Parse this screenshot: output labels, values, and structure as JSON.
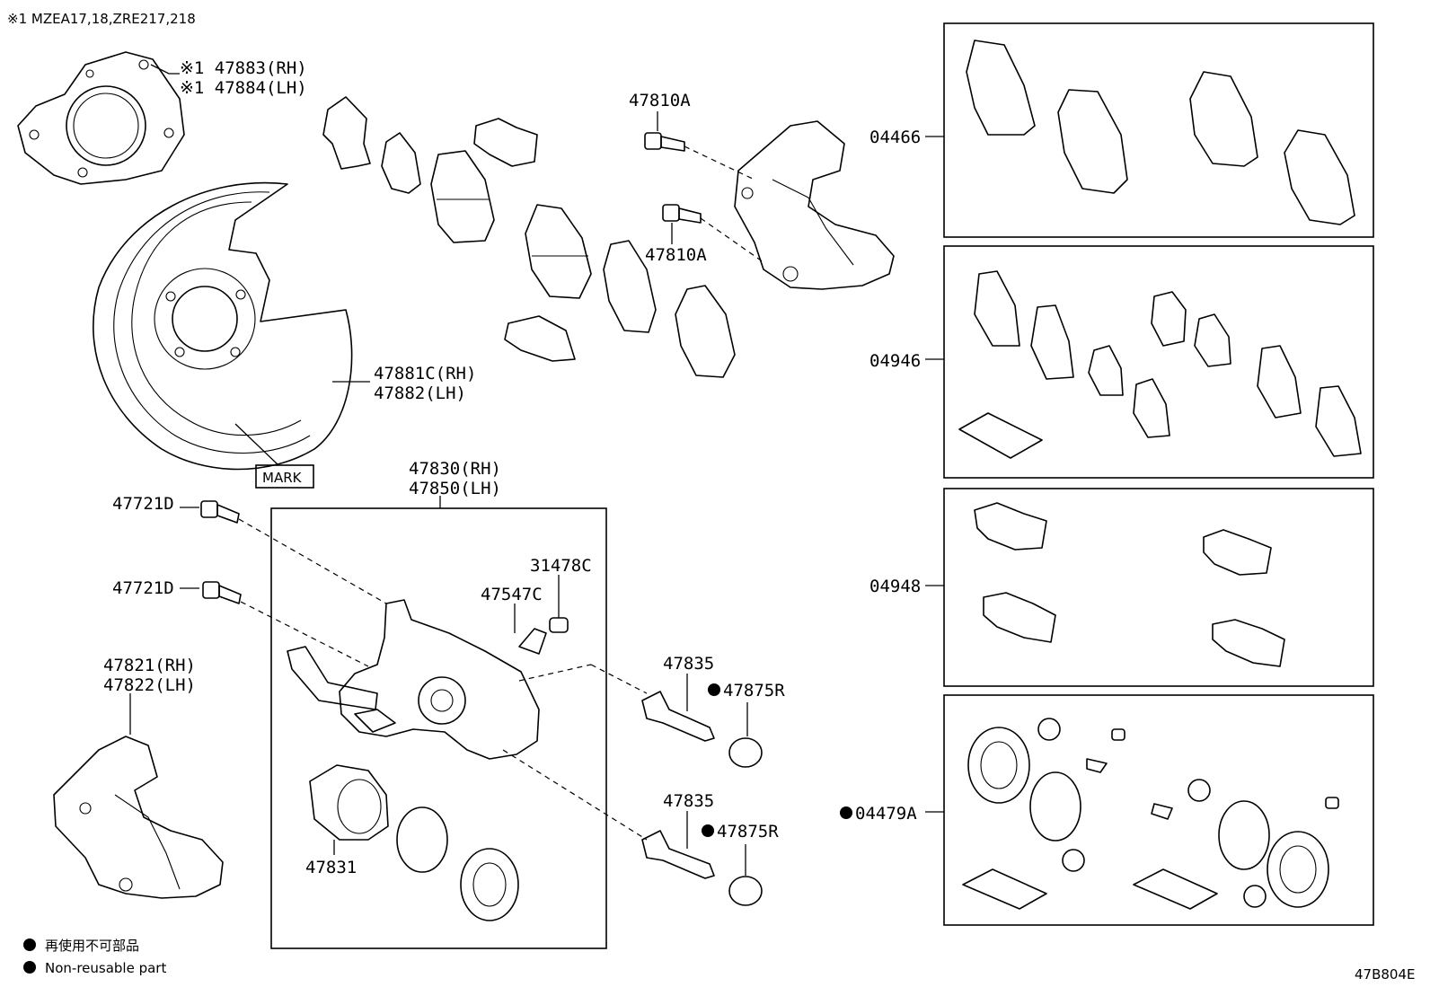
{
  "header": {
    "note": "※1 MZEA17,18,ZRE217,218"
  },
  "callouts": {
    "flange_rh": "※1 47883(RH)",
    "flange_lh": "※1 47884(LH)",
    "bolt_a_top": "47810A",
    "bolt_a_mid": "47810A",
    "kit_04466": "04466",
    "kit_04946": "04946",
    "kit_04948": "04948",
    "kit_04479a": "04479A",
    "plate_rh": "47881C(RH)",
    "plate_lh": "47882(LH)",
    "mark": "MARK",
    "caliper_rh": "47830(RH)",
    "caliper_lh": "47850(LH)",
    "bolt_d_1": "47721D",
    "bolt_d_2": "47721D",
    "cap": "31478C",
    "bleeder": "47547C",
    "mount_rh": "47821(RH)",
    "mount_lh": "47822(LH)",
    "pin_1": "47835",
    "pin_2": "47835",
    "boot_1": "47875R",
    "boot_2": "47875R",
    "piston": "47831"
  },
  "legend": {
    "line_jp": "再使用不可部品",
    "line_en": "Non-reusable part"
  },
  "figure_id": "47B804E"
}
